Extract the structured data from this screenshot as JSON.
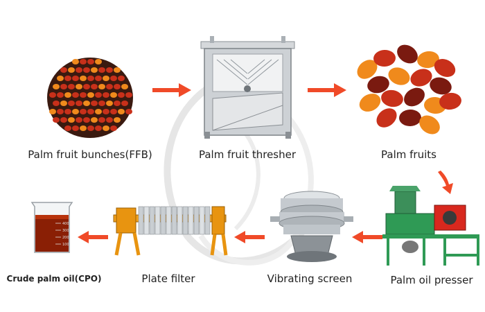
{
  "nodes": [
    {
      "id": "ffb",
      "label": "Palm fruit bunches(FFB)"
    },
    {
      "id": "thresher",
      "label": "Palm fruit thresher"
    },
    {
      "id": "fruits",
      "label": "Palm fruits"
    },
    {
      "id": "presser",
      "label": "Palm oil presser"
    },
    {
      "id": "screen",
      "label": "Vibrating screen"
    },
    {
      "id": "filter",
      "label": "Plate filter"
    },
    {
      "id": "cpo",
      "label": "Crude palm oil(CPO)"
    }
  ],
  "edges": [
    {
      "from": "ffb",
      "to": "thresher"
    },
    {
      "from": "thresher",
      "to": "fruits"
    },
    {
      "from": "fruits",
      "to": "presser"
    },
    {
      "from": "presser",
      "to": "screen"
    },
    {
      "from": "screen",
      "to": "filter"
    },
    {
      "from": "filter",
      "to": "cpo"
    }
  ],
  "beaker_scale": [
    "400",
    "300",
    "200",
    "100"
  ],
  "colors": {
    "arrow": "#f04a28",
    "fruit_red": "#c8301a",
    "fruit_orange": "#f08a1c",
    "oil": "#8a1f05",
    "machine_orange": "#f3a11b",
    "steel": "#b9bec3",
    "machine_green": "#2f9a55"
  }
}
